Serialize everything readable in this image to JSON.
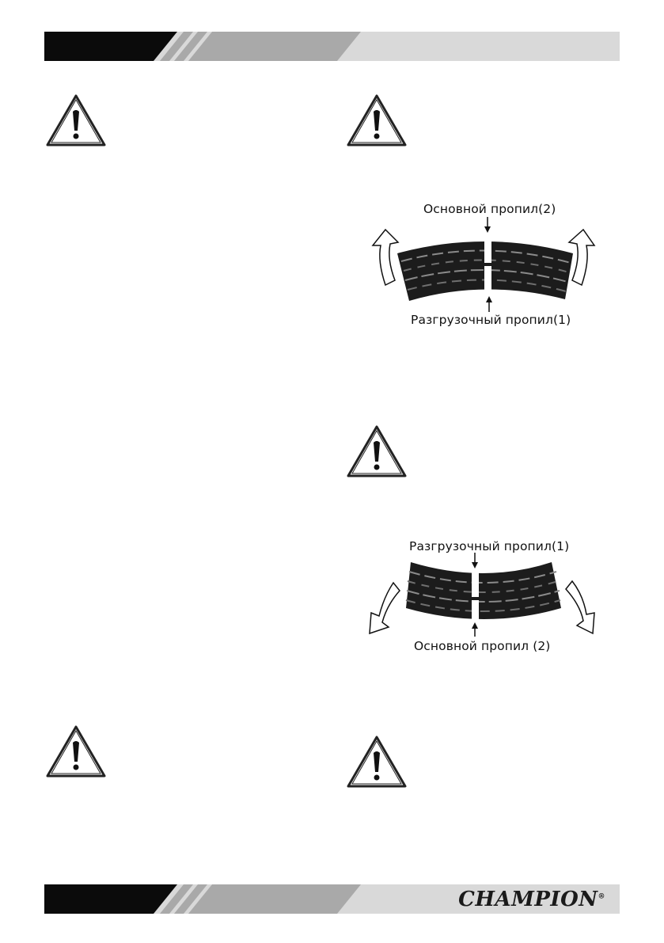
{
  "header": {
    "band": "decorative-stripe-band"
  },
  "figures": {
    "bend_up": {
      "top_label": "Основной пропил(2)",
      "bottom_label": "Разгрузочный пропил(1)"
    },
    "bend_down": {
      "top_label": "Разгрузочный пропил(1)",
      "bottom_label": "Основной пропил (2)"
    }
  },
  "footer": {
    "brand": "CHAMPION",
    "brand_mark": "®"
  },
  "colors": {
    "band_black": "#0b0b0b",
    "band_mid": "#a9a9a9",
    "band_light": "#d9d9d9",
    "log_dark": "#1c1c1c"
  },
  "icons": [
    "warning-triangle-icon",
    "curved-arrow-icon"
  ]
}
